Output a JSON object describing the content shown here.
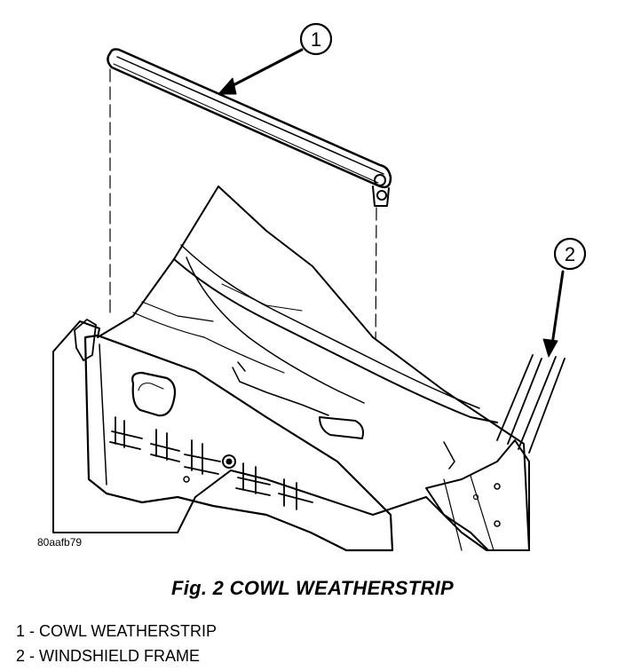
{
  "diagram": {
    "callouts": [
      {
        "number": "1"
      },
      {
        "number": "2"
      }
    ],
    "figure_code": "80aafb79"
  },
  "caption": "Fig. 2 COWL WEATHERSTRIP",
  "legend": [
    {
      "text": "1 - COWL WEATHERSTRIP"
    },
    {
      "text": "2 - WINDSHIELD FRAME"
    }
  ]
}
